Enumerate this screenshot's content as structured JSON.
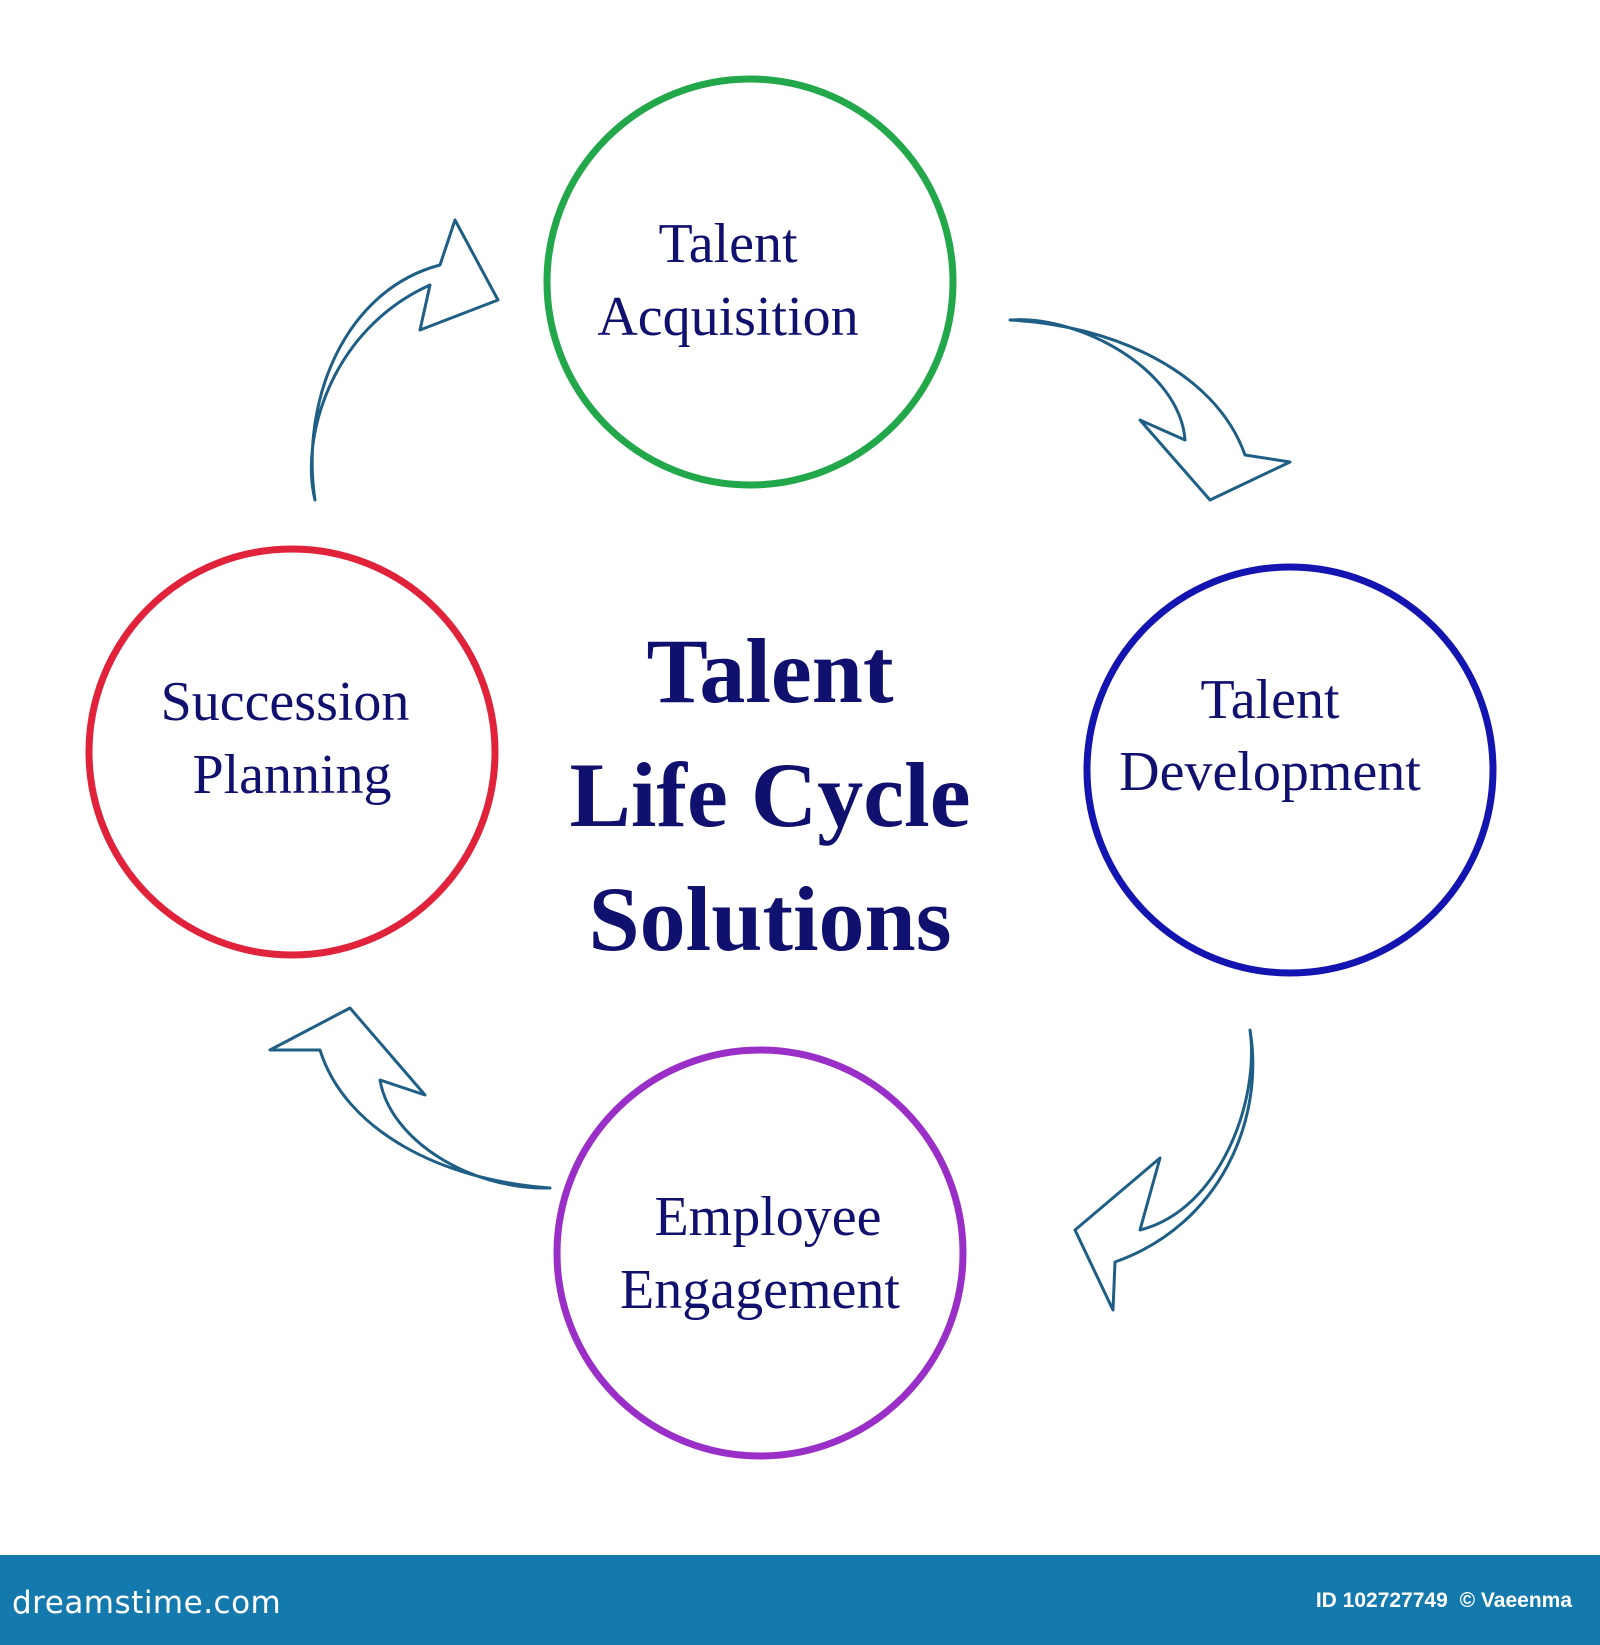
{
  "diagram": {
    "center_title": [
      "Talent",
      "Life Cycle",
      "Solutions"
    ],
    "nodes": [
      {
        "id": "acquisition",
        "lines": [
          "Talent",
          "Acquisition"
        ],
        "color": "#22a84a"
      },
      {
        "id": "development",
        "lines": [
          "Talent",
          "Development"
        ],
        "color": "#1414b0"
      },
      {
        "id": "engagement",
        "lines": [
          "Employee",
          "Engagement"
        ],
        "color": "#9a2fc8"
      },
      {
        "id": "succession",
        "lines": [
          "Succession",
          "Planning"
        ],
        "color": "#e0223a"
      }
    ],
    "arrow_color": "#1f5f86"
  },
  "footer": {
    "logo": "dreamstime.com",
    "image_id": "ID 102727749",
    "copyright": "© Vaeenma"
  }
}
